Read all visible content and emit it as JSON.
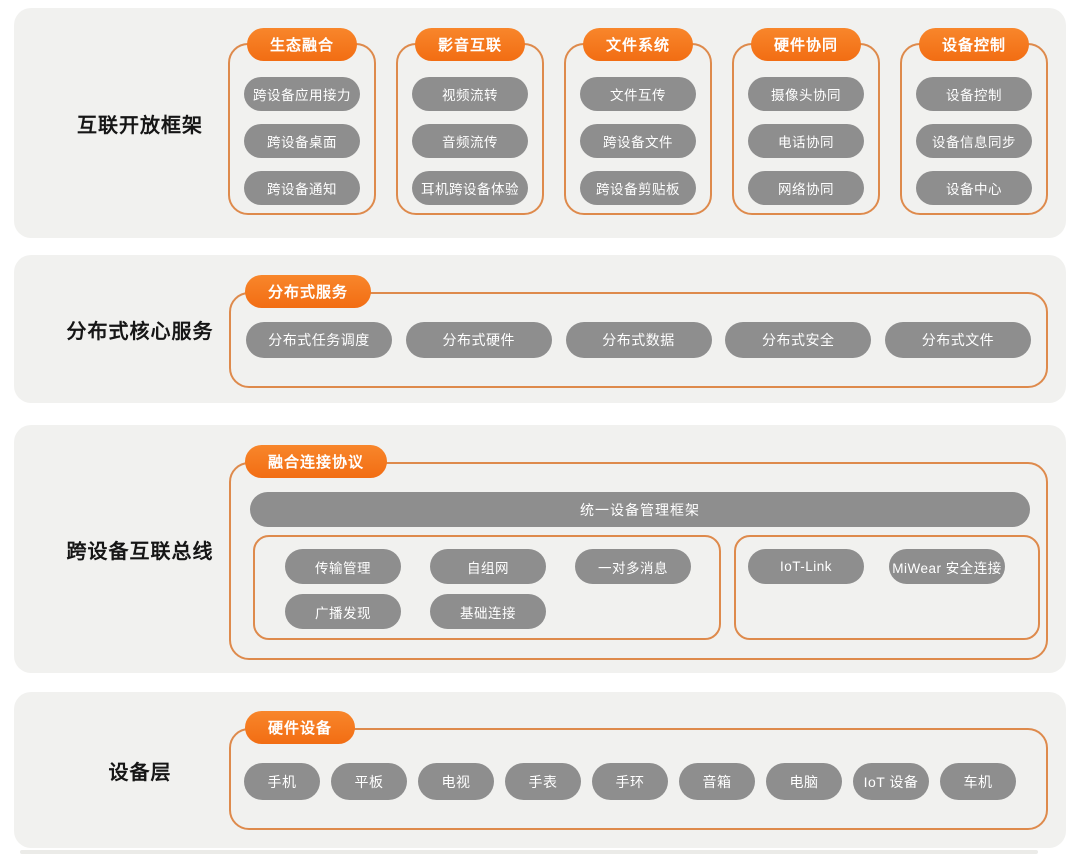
{
  "colors": {
    "accent_orange": "#f4761e",
    "container_border_orange": "#de8a4c",
    "pill_gray": "#8e8e8e",
    "panel_background": "#f1f1ef",
    "pill_text": "#ffffff",
    "label_text": "#161616"
  },
  "sections": [
    {
      "label": "互联开放框架",
      "groups": [
        {
          "badge": "生态融合",
          "items": [
            "跨设备应用接力",
            "跨设备桌面",
            "跨设备通知"
          ]
        },
        {
          "badge": "影音互联",
          "items": [
            "视频流转",
            "音频流传",
            "耳机跨设备体验"
          ]
        },
        {
          "badge": "文件系统",
          "items": [
            "文件互传",
            "跨设备文件",
            "跨设备剪贴板"
          ]
        },
        {
          "badge": "硬件协同",
          "items": [
            "摄像头协同",
            "电话协同",
            "网络协同"
          ]
        },
        {
          "badge": "设备控制",
          "items": [
            "设备控制",
            "设备信息同步",
            "设备中心"
          ]
        }
      ]
    },
    {
      "label": "分布式核心服务",
      "badge": "分布式服务",
      "items": [
        "分布式任务调度",
        "分布式硬件",
        "分布式数据",
        "分布式安全",
        "分布式文件"
      ]
    },
    {
      "label": "跨设备互联总线",
      "badge": "融合连接协议",
      "bus_bar": "统一设备管理框架",
      "left_group": [
        "传输管理",
        "自组网",
        "一对多消息",
        "广播发现",
        "基础连接"
      ],
      "right_group": [
        "IoT-Link",
        "MiWear 安全连接"
      ]
    },
    {
      "label": "设备层",
      "badge": "硬件设备",
      "items": [
        "手机",
        "平板",
        "电视",
        "手表",
        "手环",
        "音箱",
        "电脑",
        "IoT 设备",
        "车机"
      ]
    }
  ]
}
